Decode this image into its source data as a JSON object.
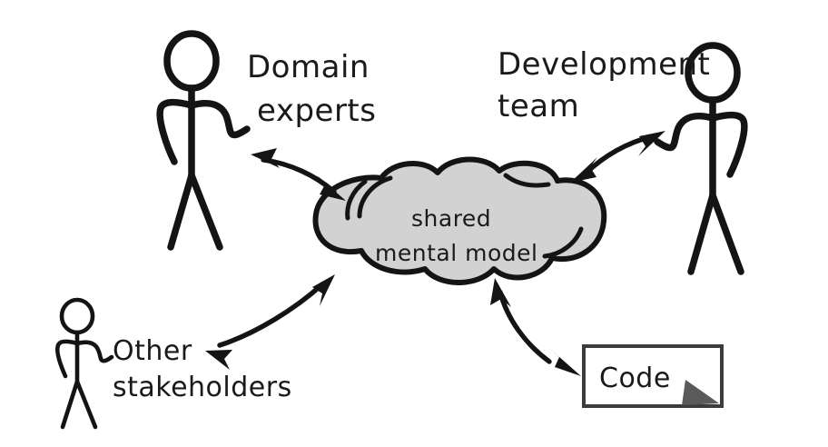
{
  "diagram": {
    "title": "shared mental model",
    "background_color": "#ffffff",
    "ink_color": "#141414",
    "cloud_fill_color": "#d2d2d2",
    "cloud": {
      "line1": "shared",
      "line2": "mental model"
    },
    "actors": [
      {
        "id": "domain-experts",
        "label_line1": "Domain",
        "label_line2": "experts",
        "position": "top-left",
        "icon": "stick-figure"
      },
      {
        "id": "development-team",
        "label_line1": "Development",
        "label_line2": "team",
        "position": "top-right",
        "icon": "stick-figure"
      },
      {
        "id": "other-stakeholders",
        "label_line1": "Other",
        "label_line2": "stakeholders",
        "position": "bottom-left",
        "icon": "stick-figure"
      }
    ],
    "artifacts": [
      {
        "id": "code",
        "label": "Code",
        "position": "bottom-right",
        "icon": "document-box"
      }
    ],
    "connections": [
      {
        "id": "experts-cloud",
        "from": "domain-experts",
        "to": "shared-mental-model",
        "style": "double-headed-curved-arrow"
      },
      {
        "id": "team-cloud",
        "from": "development-team",
        "to": "shared-mental-model",
        "style": "double-headed-curved-arrow"
      },
      {
        "id": "stakeholders-cloud",
        "from": "other-stakeholders",
        "to": "shared-mental-model",
        "style": "double-headed-curved-arrow"
      },
      {
        "id": "code-cloud",
        "from": "code",
        "to": "shared-mental-model",
        "style": "double-headed-curved-arrow"
      }
    ]
  }
}
